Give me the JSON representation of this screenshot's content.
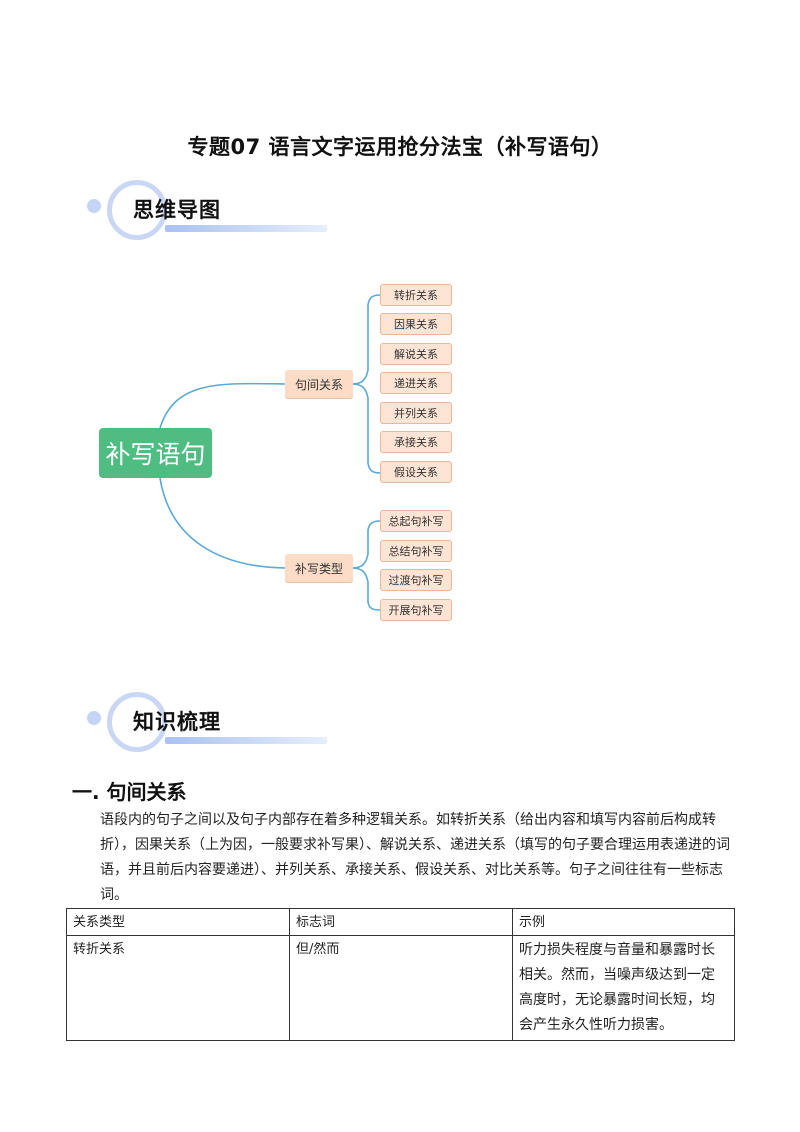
{
  "title": "专题07 语言文字运用抢分法宝（补写语句）",
  "sections": {
    "mindmap_label": "思维导图",
    "knowledge_label": "知识梳理"
  },
  "mindmap": {
    "root": "补写语句",
    "branches": [
      {
        "label": "句间关系",
        "children": [
          "转折关系",
          "因果关系",
          "解说关系",
          "递进关系",
          "并列关系",
          "承接关系",
          "假设关系"
        ]
      },
      {
        "label": "补写类型",
        "children": [
          "总起句补写",
          "总结句补写",
          "过渡句补写",
          "开展句补写"
        ]
      }
    ],
    "colors": {
      "root": "#4fbd82",
      "node": "#fde4d4",
      "line": "#5aa9d6"
    }
  },
  "heading1": "一. 句间关系",
  "paragraph": "语段内的句子之间以及句子内部存在着多种逻辑关系。如转折关系（给出内容和填写内容前后构成转折），因果关系（上为因，一般要求补写果）、解说关系、递进关系（填写的句子要合理运用表递进的词语，并且前后内容要递进）、并列关系、承接关系、假设关系、对比关系等。句子之间往往有一些标志词。",
  "table": {
    "headers": [
      "关系类型",
      "标志词",
      "示例"
    ],
    "rows": [
      [
        "转折关系",
        "但/然而",
        "听力损失程度与音量和暴露时长相关。然而，当噪声级达到一定高度时，无论暴露时间长短，均会产生永久性听力损害。"
      ]
    ]
  }
}
